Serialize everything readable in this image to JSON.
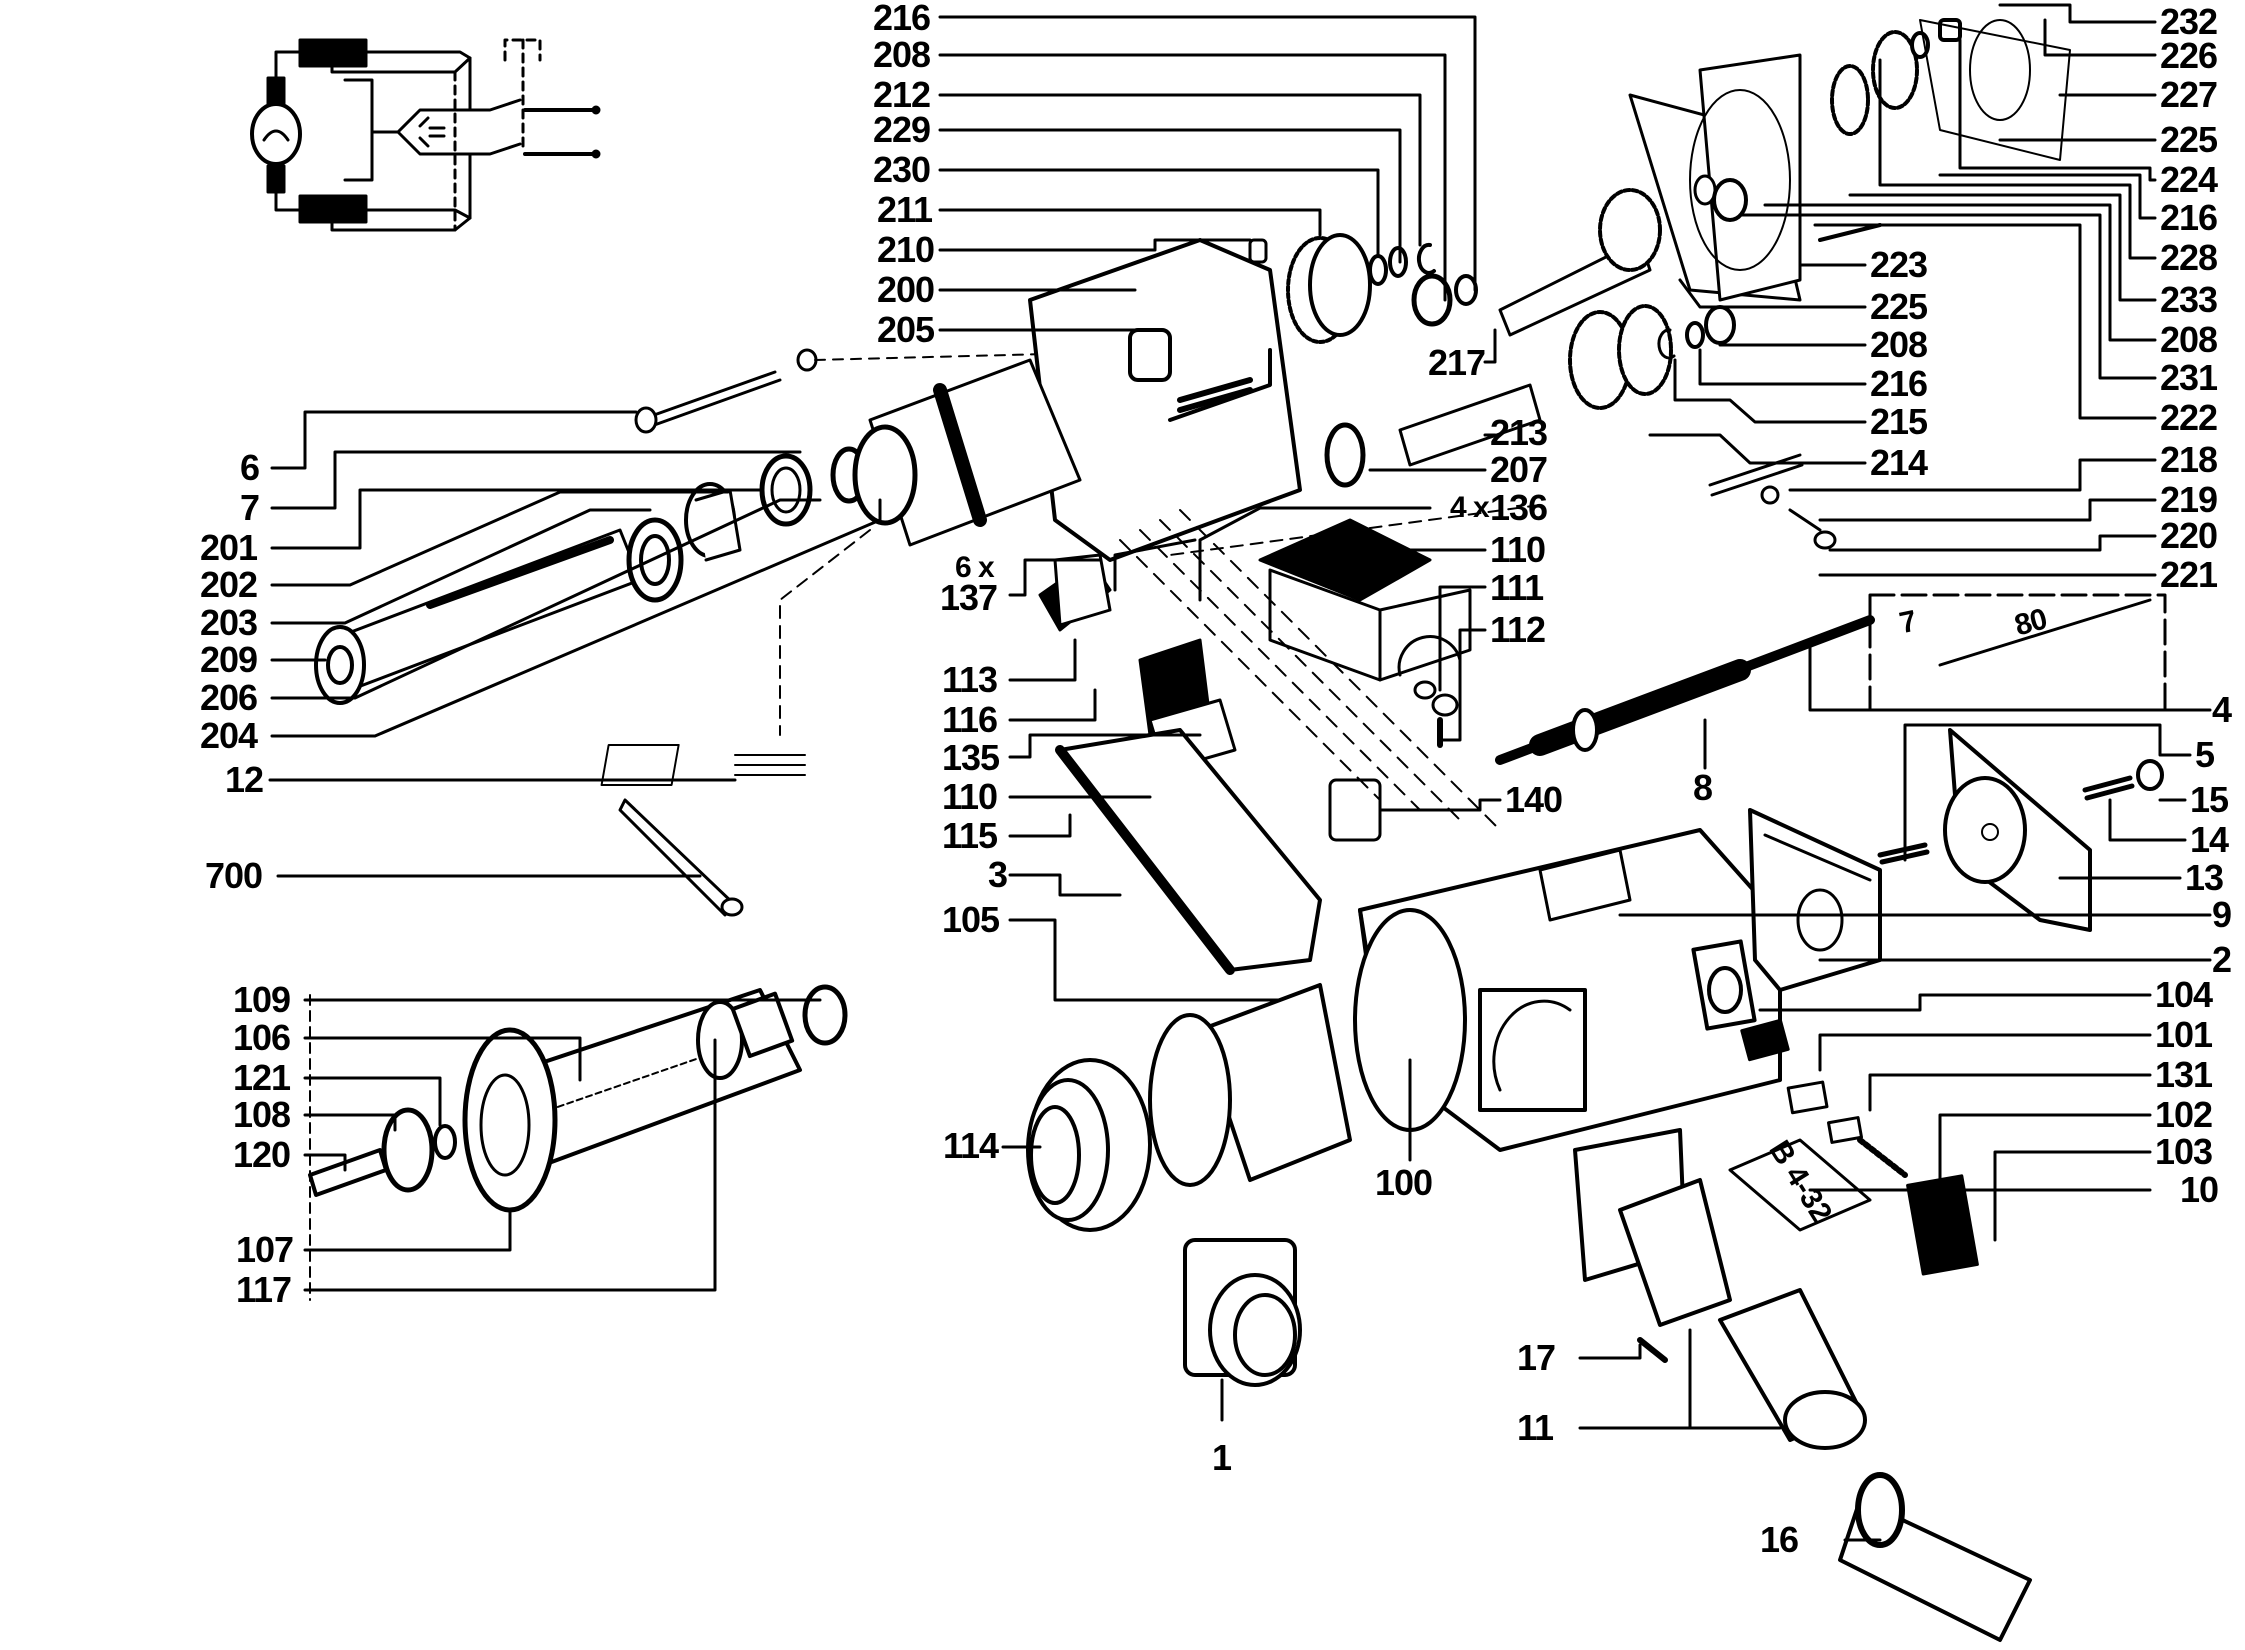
{
  "diagram": {
    "type": "exploded-parts-view",
    "subject": "power tool (drill) exploded assembly with wiring schematic",
    "wiring_schematic": {
      "components": [
        "motor",
        "field-coil-top",
        "field-coil-bottom",
        "capacitor",
        "double-pole-switch",
        "supply-terminals"
      ]
    },
    "callouts_left": [
      {
        "id": "6",
        "label": "6"
      },
      {
        "id": "7",
        "label": "7"
      },
      {
        "id": "201",
        "label": "201"
      },
      {
        "id": "202",
        "label": "202"
      },
      {
        "id": "203",
        "label": "203"
      },
      {
        "id": "209",
        "label": "209"
      },
      {
        "id": "206",
        "label": "206"
      },
      {
        "id": "204",
        "label": "204"
      },
      {
        "id": "12",
        "label": "12"
      },
      {
        "id": "700",
        "label": "700"
      }
    ],
    "callouts_armature": [
      {
        "id": "109",
        "label": "109"
      },
      {
        "id": "106",
        "label": "106"
      },
      {
        "id": "121",
        "label": "121"
      },
      {
        "id": "108",
        "label": "108"
      },
      {
        "id": "120",
        "label": "120"
      },
      {
        "id": "107",
        "label": "107"
      },
      {
        "id": "117",
        "label": "117"
      }
    ],
    "callouts_top_center": [
      {
        "id": "216a",
        "label": "216"
      },
      {
        "id": "208a",
        "label": "208"
      },
      {
        "id": "212",
        "label": "212"
      },
      {
        "id": "229",
        "label": "229"
      },
      {
        "id": "230",
        "label": "230"
      },
      {
        "id": "211",
        "label": "211"
      },
      {
        "id": "210",
        "label": "210"
      },
      {
        "id": "200",
        "label": "200"
      },
      {
        "id": "205",
        "label": "205"
      }
    ],
    "callouts_gear_mid": [
      {
        "id": "217",
        "label": "217"
      },
      {
        "id": "213",
        "label": "213"
      },
      {
        "id": "207",
        "label": "207"
      },
      {
        "id": "136",
        "label": "136",
        "qty": "4 x"
      },
      {
        "id": "110a",
        "label": "110"
      },
      {
        "id": "111",
        "label": "111"
      },
      {
        "id": "112",
        "label": "112"
      },
      {
        "id": "140",
        "label": "140"
      },
      {
        "id": "8",
        "label": "8"
      }
    ],
    "callouts_gear_right_inner": [
      {
        "id": "223",
        "label": "223"
      },
      {
        "id": "225a",
        "label": "225"
      },
      {
        "id": "208b",
        "label": "208"
      },
      {
        "id": "216b",
        "label": "216"
      },
      {
        "id": "215",
        "label": "215"
      },
      {
        "id": "214",
        "label": "214"
      }
    ],
    "callouts_far_right": [
      {
        "id": "232",
        "label": "232"
      },
      {
        "id": "226",
        "label": "226"
      },
      {
        "id": "227",
        "label": "227"
      },
      {
        "id": "225b",
        "label": "225"
      },
      {
        "id": "224",
        "label": "224"
      },
      {
        "id": "216c",
        "label": "216"
      },
      {
        "id": "228",
        "label": "228"
      },
      {
        "id": "233",
        "label": "233"
      },
      {
        "id": "208c",
        "label": "208"
      },
      {
        "id": "231",
        "label": "231"
      },
      {
        "id": "222",
        "label": "222"
      },
      {
        "id": "218",
        "label": "218"
      },
      {
        "id": "219",
        "label": "219"
      },
      {
        "id": "220",
        "label": "220"
      },
      {
        "id": "221",
        "label": "221"
      },
      {
        "id": "4",
        "label": "4"
      },
      {
        "id": "5",
        "label": "5"
      },
      {
        "id": "15",
        "label": "15"
      },
      {
        "id": "14",
        "label": "14"
      },
      {
        "id": "13",
        "label": "13"
      },
      {
        "id": "9",
        "label": "9"
      },
      {
        "id": "2",
        "label": "2"
      },
      {
        "id": "104",
        "label": "104"
      },
      {
        "id": "101",
        "label": "101"
      },
      {
        "id": "131",
        "label": "131"
      },
      {
        "id": "102",
        "label": "102"
      },
      {
        "id": "103",
        "label": "103"
      },
      {
        "id": "10",
        "label": "10"
      }
    ],
    "callouts_switch_area": [
      {
        "id": "137",
        "label": "137",
        "qty": "6 x"
      },
      {
        "id": "113",
        "label": "113"
      },
      {
        "id": "116",
        "label": "116"
      },
      {
        "id": "135",
        "label": "135"
      },
      {
        "id": "110b",
        "label": "110"
      },
      {
        "id": "115",
        "label": "115"
      },
      {
        "id": "3",
        "label": "3"
      },
      {
        "id": "105",
        "label": "105"
      }
    ],
    "callouts_bottom": [
      {
        "id": "114",
        "label": "114"
      },
      {
        "id": "100",
        "label": "100"
      },
      {
        "id": "1",
        "label": "1"
      },
      {
        "id": "17",
        "label": "17"
      },
      {
        "id": "11",
        "label": "11"
      },
      {
        "id": "16",
        "label": "16"
      }
    ],
    "inset_box": {
      "text_a": "7",
      "text_b": "80"
    },
    "nameplate": {
      "text": "B 4-32"
    },
    "colors": {
      "ink": "#000000",
      "paper": "#ffffff"
    }
  }
}
